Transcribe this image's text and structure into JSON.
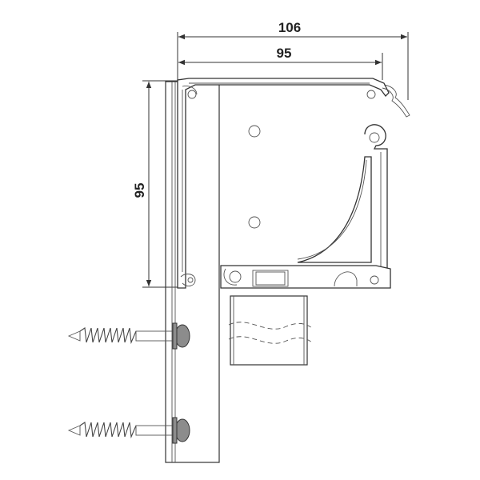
{
  "dimensions": {
    "total_width": "106",
    "inner_width": "95",
    "height": "95"
  },
  "colors": {
    "line": "#333333",
    "fastener_head": "#8c8c8c",
    "background": "#ffffff"
  },
  "icons": [
    "screw-icon",
    "washer-icon"
  ]
}
